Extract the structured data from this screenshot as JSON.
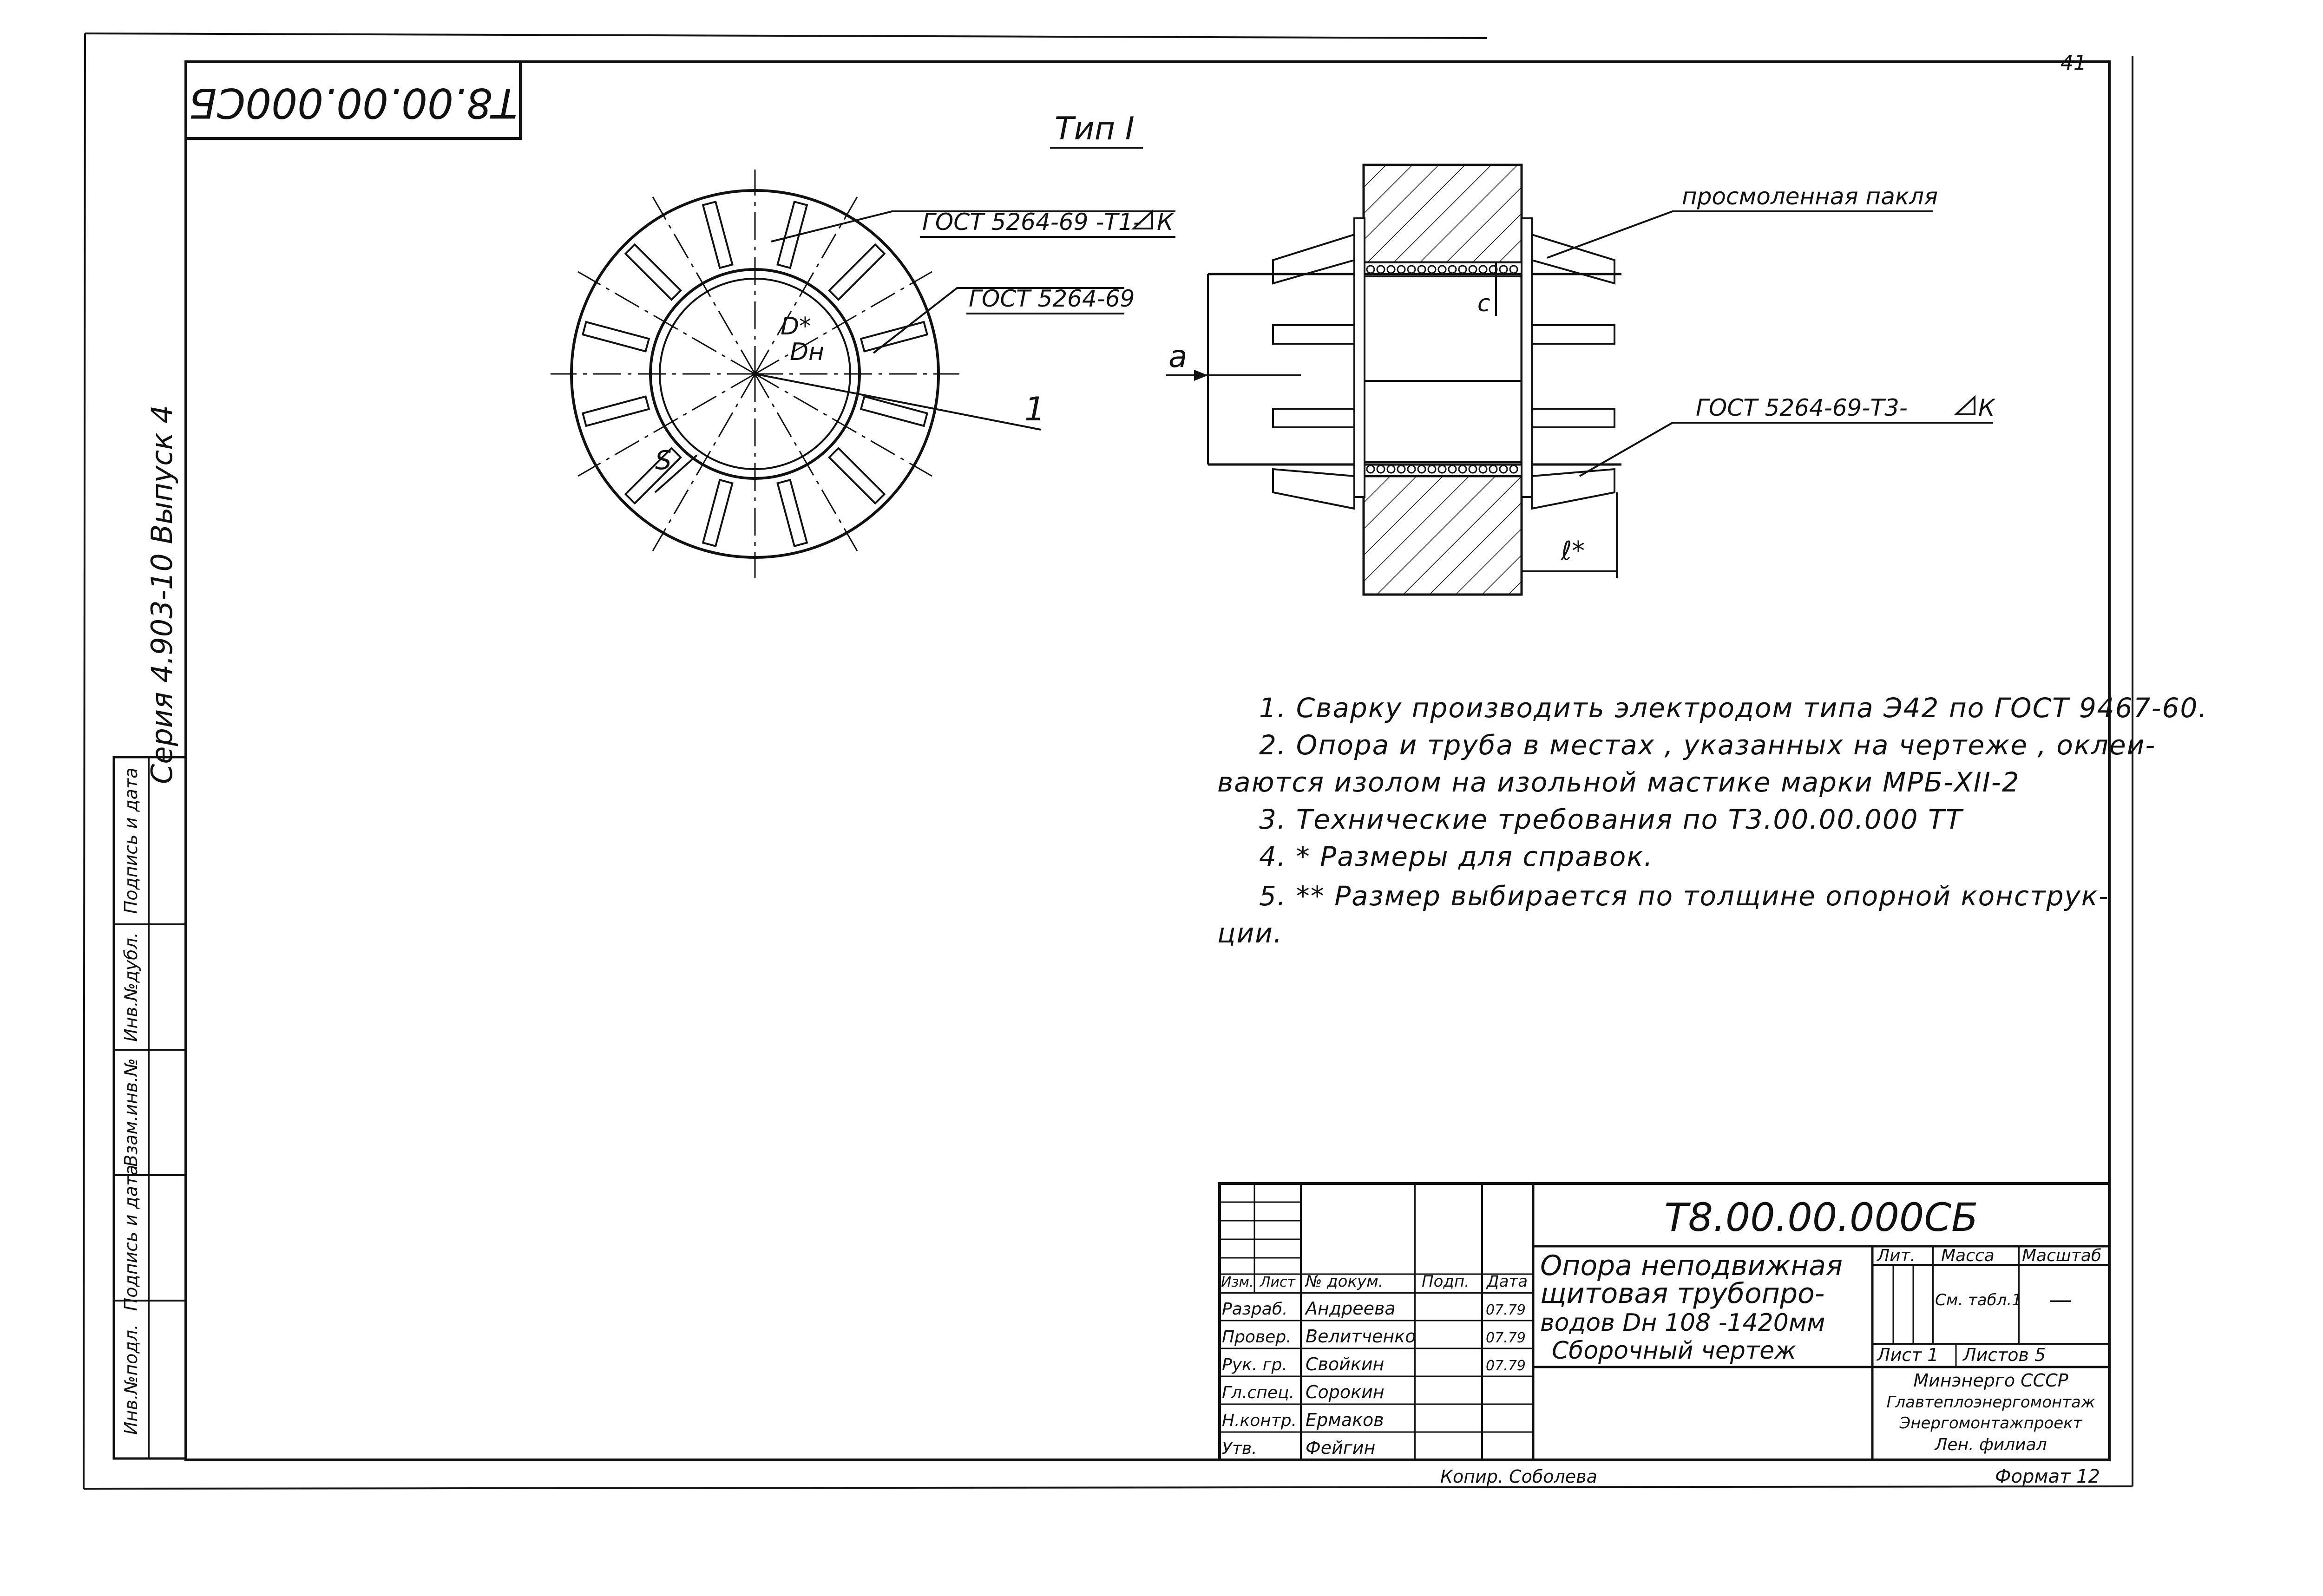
{
  "page_number": "41",
  "corner_code_rotated": "Т8.00.00.000СБ",
  "series_label": "Серия 4.903-10   Выпуск 4",
  "side_stamp": [
    "Инв.№подл.",
    "Подпись и дата",
    "Взам.инв.№",
    "Инв.№дубл.",
    "Подпись и дата"
  ],
  "view_type": "Тип I",
  "callouts": {
    "gost_weld_t1": "ГОСТ 5264-69 -Т1-",
    "gost_weld_t1_suffix": "К",
    "gost_plain": "ГОСТ 5264-69",
    "position_1": "1",
    "tarred_tow": "просмоленная пакля",
    "gost_weld_t3": "ГОСТ 5264-69-Т3-",
    "gost_weld_t3_suffix": "К",
    "dim_a": "а",
    "dim_c": "с",
    "dim_l": "ℓ*",
    "dim_s": "S",
    "dim_d_star": "D*",
    "dim_dn": "Dн"
  },
  "notes": [
    "1. Сварку  производить  электродом  типа Э42 по ГОСТ 9467-60.",
    "2. Опора  и  труба  в местах , указанных   на чертеже , оклеи-",
    "ваются  изолом   на  изольной   мастике  марки  МРБ-XII-2",
    "3. Технические  требования  по Т3.00.00.000 ТТ",
    "4. * Размеры  для  справок.",
    "5. ** Размер  выбирается   по  толщине   опорной  конструк-",
    "ции."
  ],
  "title_block": {
    "designation": "Т8.00.00.000СБ",
    "title_lines": [
      "Опора  неподвижная",
      "щитовая  трубопро-",
      "водов  Dн 108 -1420мм",
      "Сборочный   чертеж"
    ],
    "header_izm": "Изм.",
    "header_list": "Лист",
    "header_doc": "№ докум.",
    "header_sign": "Подп.",
    "header_date": "Дата",
    "roles": [
      "Разраб.",
      "Провер.",
      "Рук. гр.",
      "Гл.спец.",
      "Н.контр.",
      "Утв."
    ],
    "names": [
      "Андреева",
      "Велитченко",
      "Свойкин",
      "Сорокин",
      "Ермаков",
      "Фейгин"
    ],
    "dates": [
      "07.79",
      "07.79",
      "07.79"
    ],
    "lit_label": "Лит.",
    "mass_label": "Масса",
    "scale_label": "Масштаб",
    "mass_value": "См. табл.1",
    "scale_value": "—",
    "sheet_label": "Лист  1",
    "sheets_label": "Листов  5",
    "org_lines": [
      "Минэнерго СССР",
      "Главтеплоэнергомонтаж",
      "Энергомонтажпроект",
      "Лен. филиал"
    ],
    "copied_by": "Копир. Соболева",
    "format": "Формат 12"
  }
}
